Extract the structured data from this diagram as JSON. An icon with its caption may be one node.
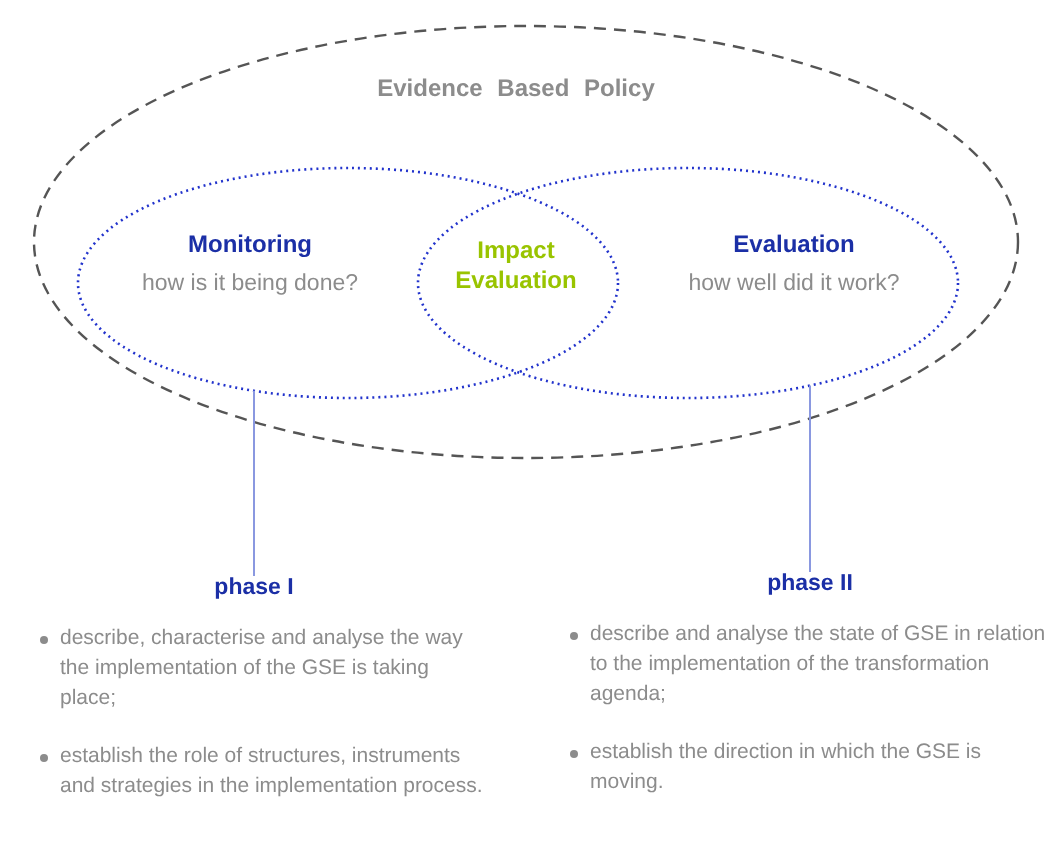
{
  "diagram": {
    "nodes": [
      {
        "text": [
          "Evidence Based Policy"
        ]
      },
      {
        "text": [
          "Monitoring",
          "how is it being done?"
        ],
        "in": 0
      },
      {
        "text": [
          "Evaluation",
          "how well did it work?"
        ],
        "in": 0
      },
      {
        "text": [
          "phase I",
          "describe, characterise and analyse the way the implementation of the GSE is taking place;",
          "establish the role of structures, instruments and strategies in the implementation process."
        ]
      },
      {
        "text": [
          "phase II",
          "describe and analyse the state of GSE in relation to the implementation of the transformation agenda;",
          "establish the direction in which  the GSE is moving."
        ]
      }
    ],
    "edges": [
      {
        "from": 1,
        "to": 3,
        "arrow": "none"
      },
      {
        "from": 2,
        "to": 4,
        "arrow": "none"
      }
    ],
    "labels": [
      "Impact Evaluation"
    ]
  }
}
